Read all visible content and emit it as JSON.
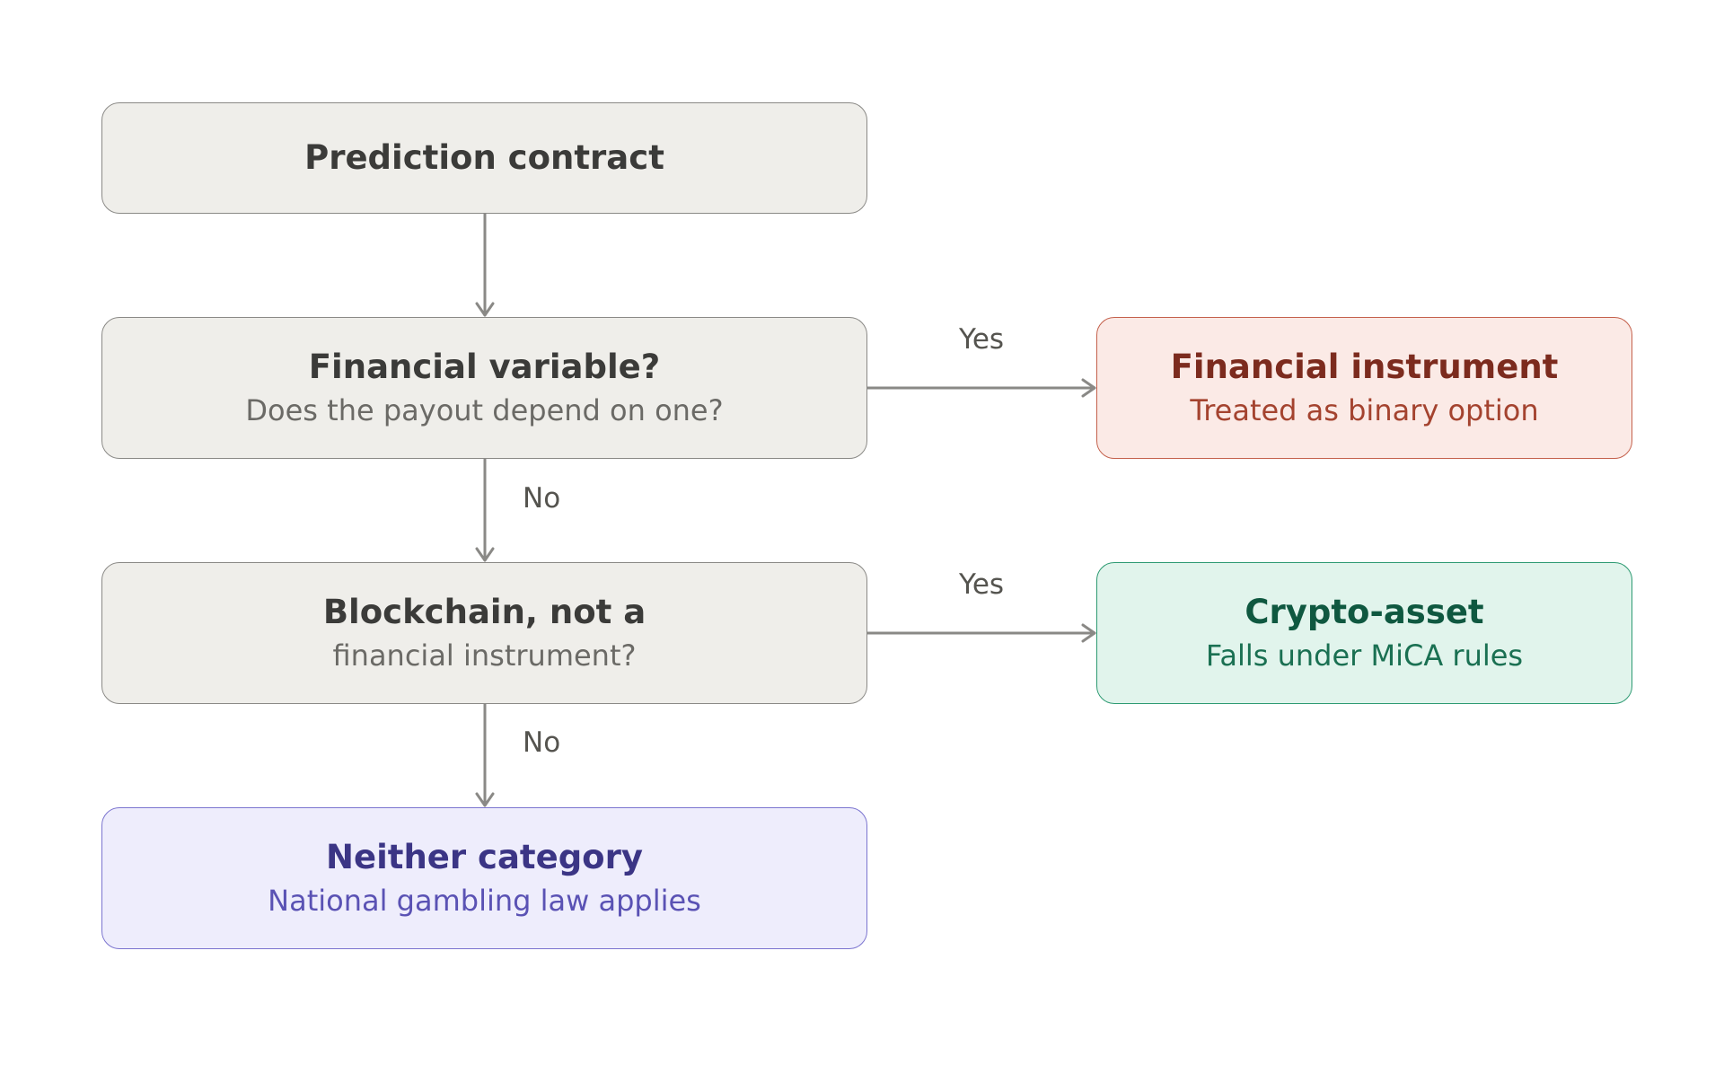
{
  "nodes": {
    "start": {
      "title": "Prediction contract"
    },
    "q1": {
      "title": "Financial variable?",
      "subtitle": "Does the payout depend on one?"
    },
    "q2": {
      "title": "Blockchain, not a",
      "subtitle": "financial instrument?"
    },
    "financial": {
      "title": "Financial instrument",
      "subtitle": "Treated as binary option"
    },
    "crypto": {
      "title": "Crypto-asset",
      "subtitle": "Falls under MiCA rules"
    },
    "neither": {
      "title": "Neither category",
      "subtitle": "National gambling law applies"
    }
  },
  "edges": {
    "q1_yes": "Yes",
    "q1_no": "No",
    "q2_yes": "Yes",
    "q2_no": "No"
  },
  "colors": {
    "neutral": "#efeeea",
    "financial": "#fbeae6",
    "crypto": "#e1f4ec",
    "neither": "#eeedfc",
    "arrow": "#8a8986"
  }
}
